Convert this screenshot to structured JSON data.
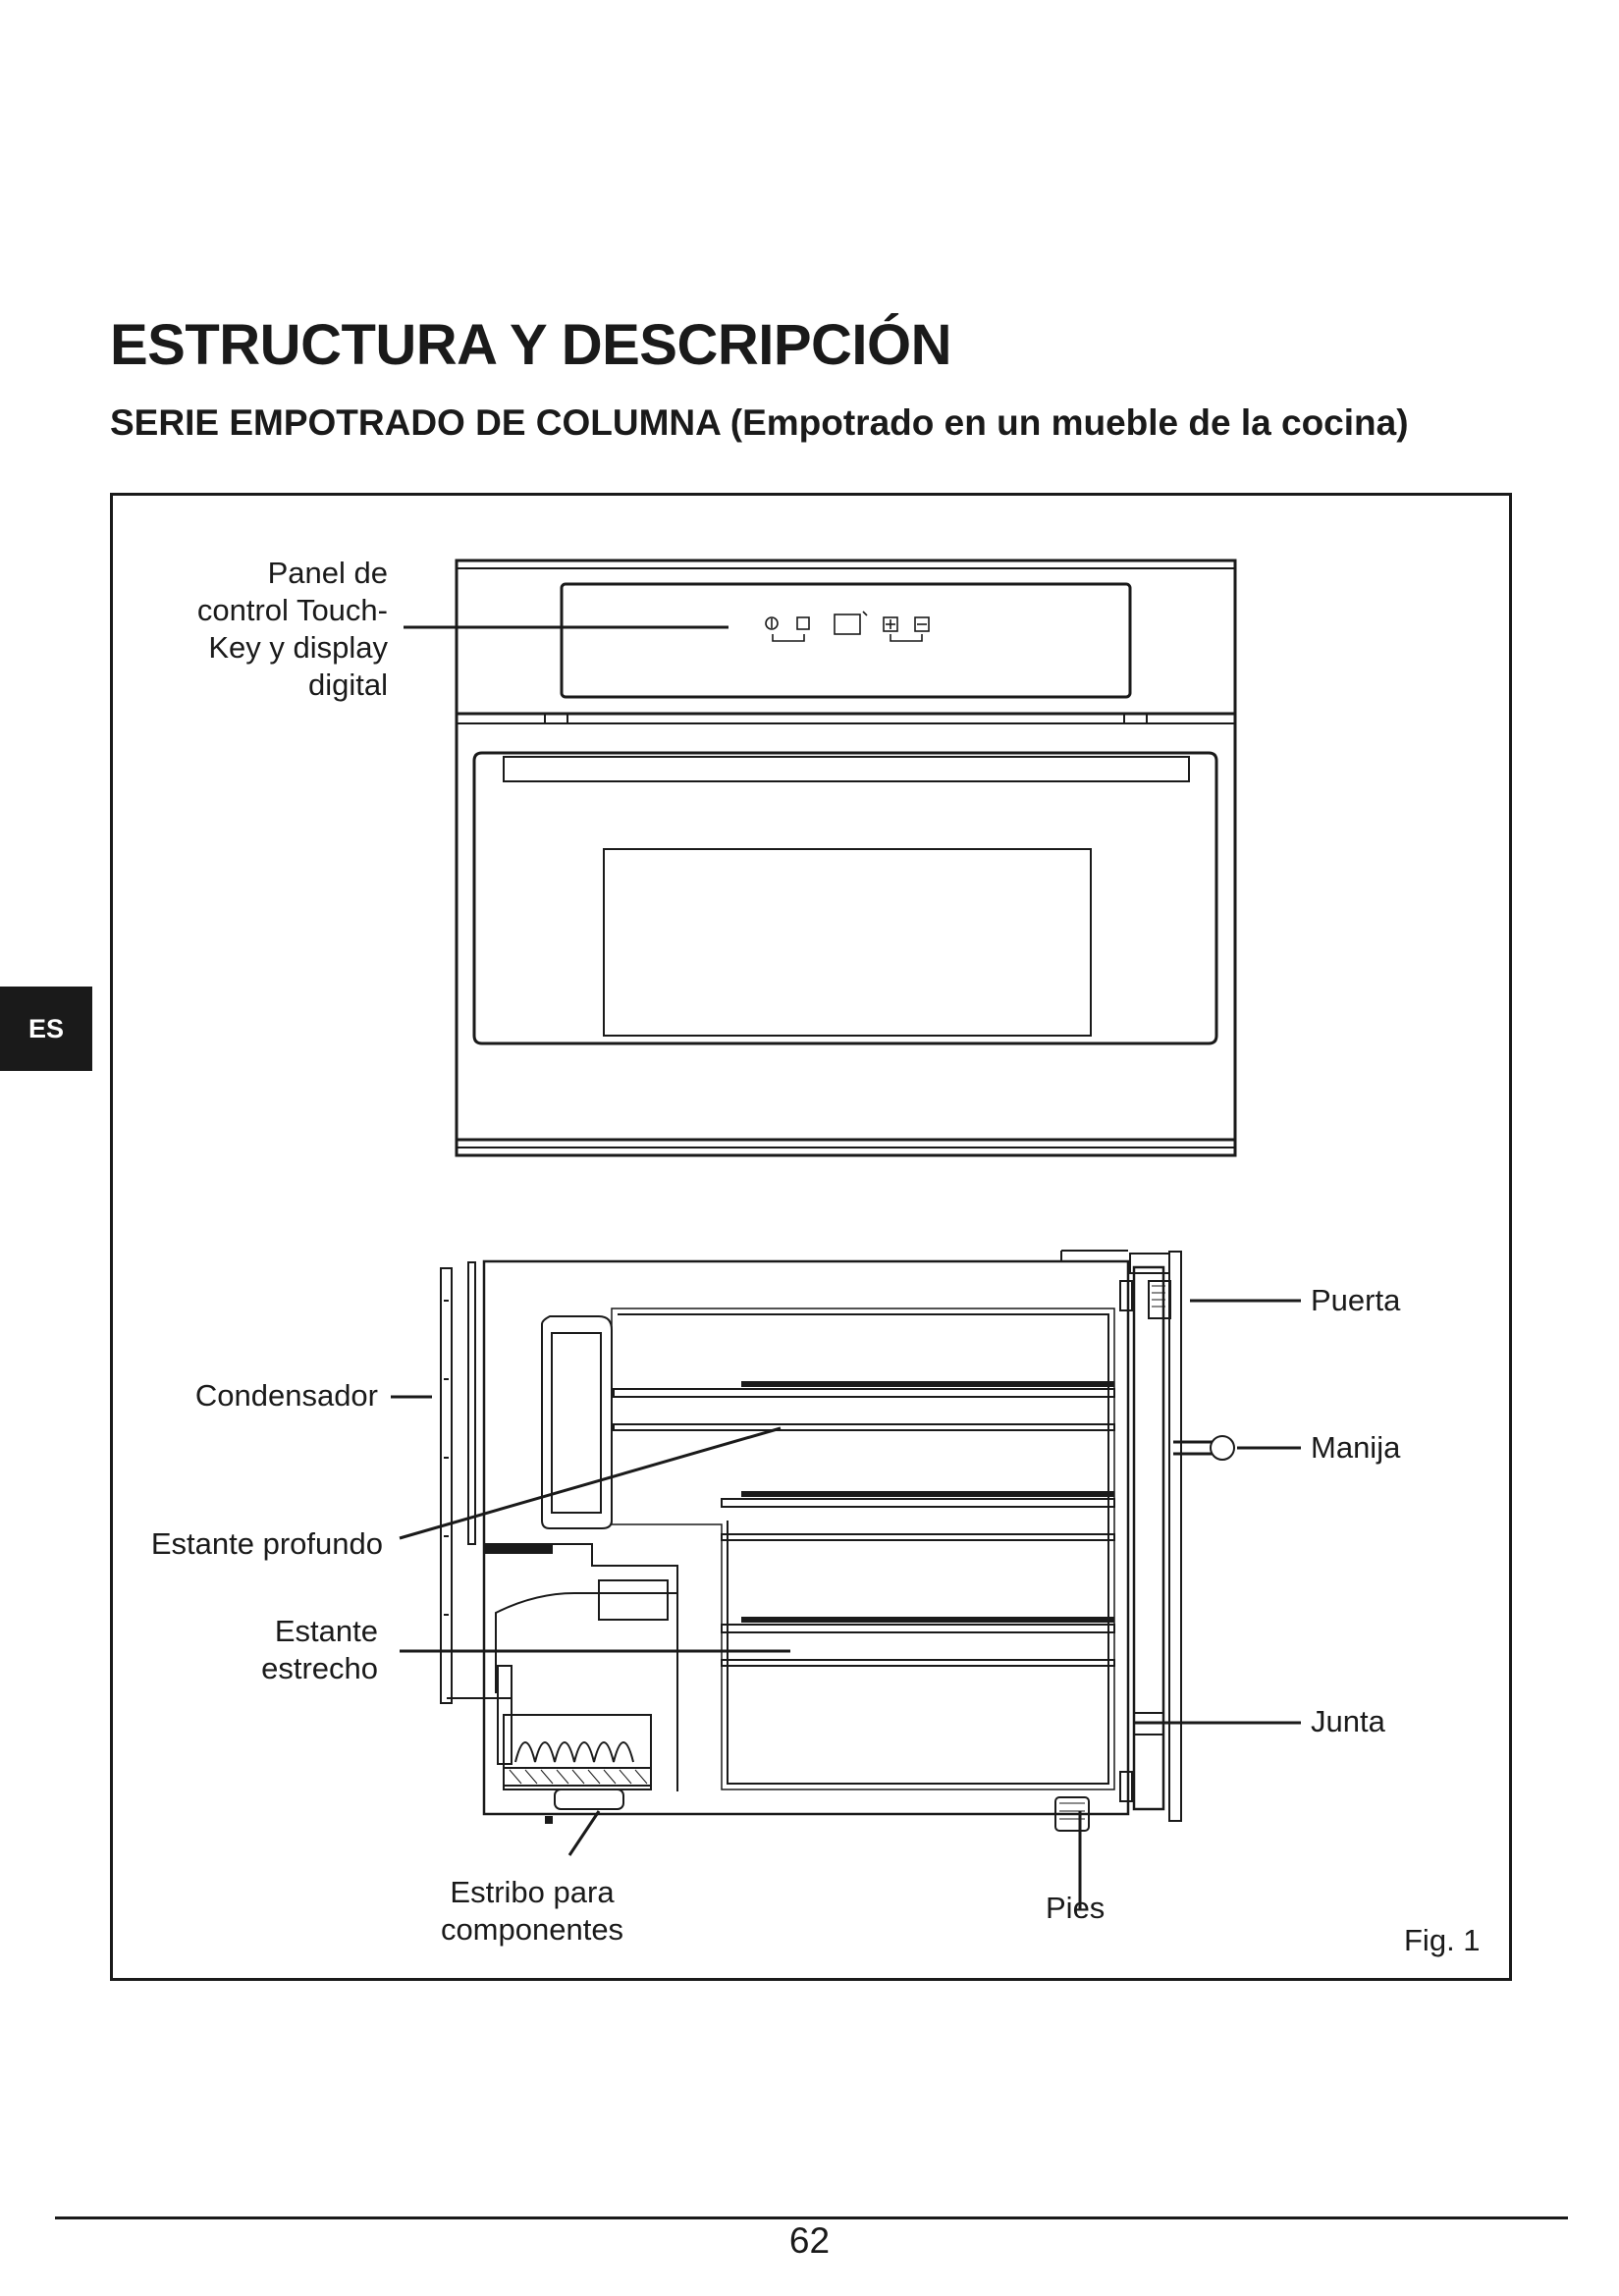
{
  "heading": {
    "title": "ESTRUCTURA Y DESCRIPCIÓN",
    "subtitle": "SERIE EMPOTRADO DE COLUMNA (Empotrado en un mueble de la cocina)"
  },
  "language_tab": "ES",
  "figure": {
    "caption": "Fig. 1",
    "labels": {
      "control_panel": "Panel de control Touch-Key y display digital",
      "condenser": "Condensador",
      "deep_shelf": "Estante profundo",
      "narrow_shelf": "Estante estrecho",
      "component_bracket": "Estribo para componentes",
      "door": "Puerta",
      "handle": "Manija",
      "gasket": "Junta",
      "feet": "Pies"
    }
  },
  "footer": {
    "page_number": "62"
  }
}
